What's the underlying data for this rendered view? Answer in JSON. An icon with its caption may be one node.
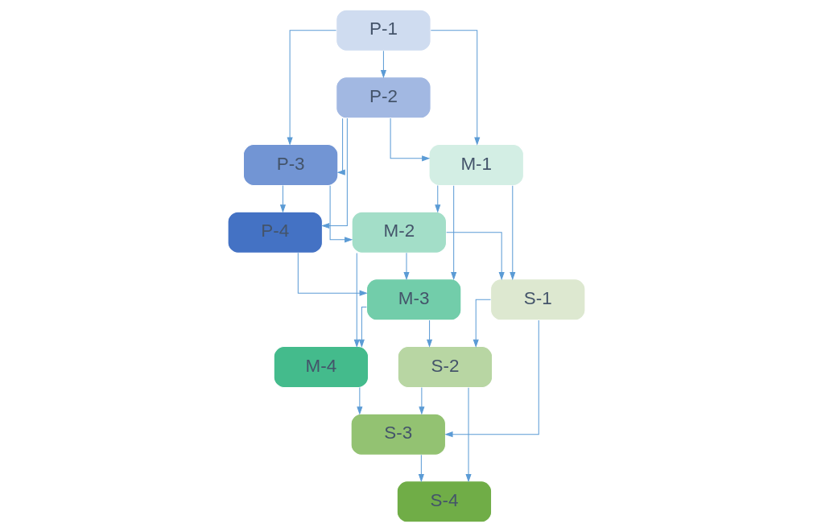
{
  "diagram": {
    "nodes": [
      {
        "text": [
          "P-1"
        ]
      },
      {
        "text": [
          "P-2"
        ]
      },
      {
        "text": [
          "P-3"
        ]
      },
      {
        "text": [
          "P-4"
        ]
      },
      {
        "text": [
          "M-1"
        ]
      },
      {
        "text": [
          "M-2"
        ]
      },
      {
        "text": [
          "M-3"
        ]
      },
      {
        "text": [
          "M-4"
        ]
      },
      {
        "text": [
          "S-1"
        ]
      },
      {
        "text": [
          "S-2"
        ]
      },
      {
        "text": [
          "S-3"
        ]
      },
      {
        "text": [
          "S-4"
        ]
      }
    ],
    "edges": [
      {
        "from": 0,
        "to": 4,
        "arrow": "to"
      },
      {
        "from": 0,
        "to": 1,
        "arrow": "to"
      },
      {
        "from": 0,
        "to": 2,
        "arrow": "to"
      },
      {
        "from": 1,
        "to": 4,
        "arrow": "to"
      },
      {
        "from": 1,
        "to": 2,
        "arrow": "to"
      },
      {
        "from": 1,
        "to": 3,
        "arrow": "to"
      },
      {
        "from": 2,
        "to": 5,
        "arrow": "to"
      },
      {
        "from": 2,
        "to": 3,
        "arrow": "to"
      },
      {
        "from": 3,
        "to": 6,
        "arrow": "to"
      },
      {
        "from": 4,
        "to": 8,
        "arrow": "to"
      },
      {
        "from": 4,
        "to": 5,
        "arrow": "to"
      },
      {
        "from": 4,
        "to": 6,
        "arrow": "to"
      },
      {
        "from": 5,
        "to": 8,
        "arrow": "to"
      },
      {
        "from": 5,
        "to": 6,
        "arrow": "to"
      },
      {
        "from": 5,
        "to": 7,
        "arrow": "to"
      },
      {
        "from": 6,
        "to": 9,
        "arrow": "to"
      },
      {
        "from": 6,
        "to": 7,
        "arrow": "to"
      },
      {
        "from": 7,
        "to": 10,
        "arrow": "to"
      },
      {
        "from": 8,
        "to": 9,
        "arrow": "to"
      },
      {
        "from": 8,
        "to": 10,
        "arrow": "to"
      },
      {
        "from": 9,
        "to": 10,
        "arrow": "to"
      },
      {
        "from": 9,
        "to": 11,
        "arrow": "to"
      },
      {
        "from": 10,
        "to": 11,
        "arrow": "to"
      }
    ]
  }
}
